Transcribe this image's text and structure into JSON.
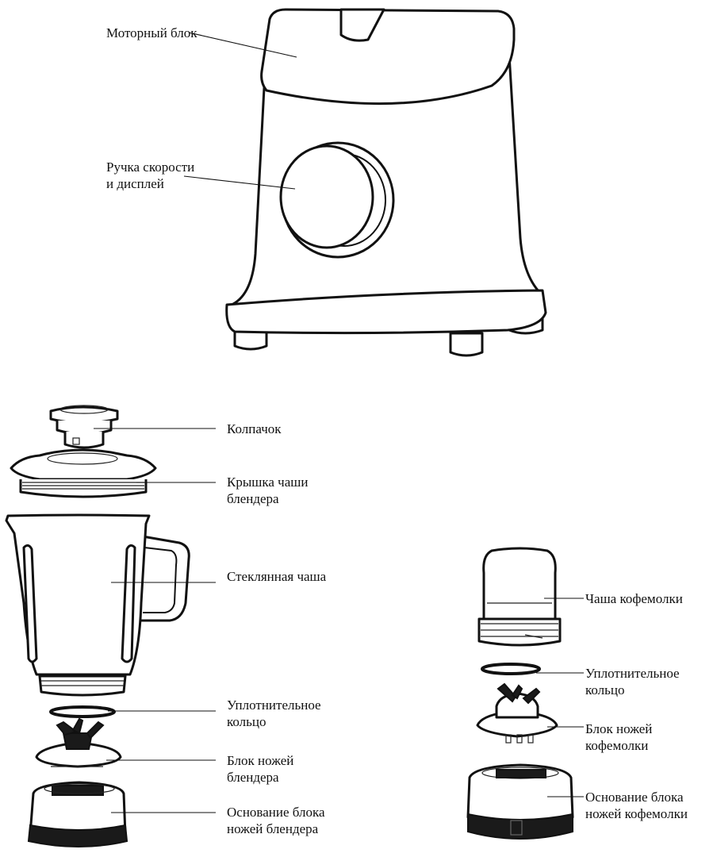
{
  "labels": {
    "motor_unit": "Моторный блок",
    "speed_knob": "Ручка скорости\nи дисплей",
    "cap": "Колпачок",
    "jar_lid": "Крышка чаши\nблендера",
    "glass_jar": "Стеклянная чаша",
    "seal_ring_blender": "Уплотнительное\nкольцо",
    "blender_blade": "Блок ножей\nблендера",
    "blender_blade_base": "Основание блока\nножей блендера",
    "grinder_cup": "Чаша кофемолки",
    "seal_ring_grinder": "Уплотнительное\nкольцо",
    "grinder_blade": "Блок ножей\nкофемолки",
    "grinder_blade_base": "Основание блока\nножей кофемолки"
  }
}
